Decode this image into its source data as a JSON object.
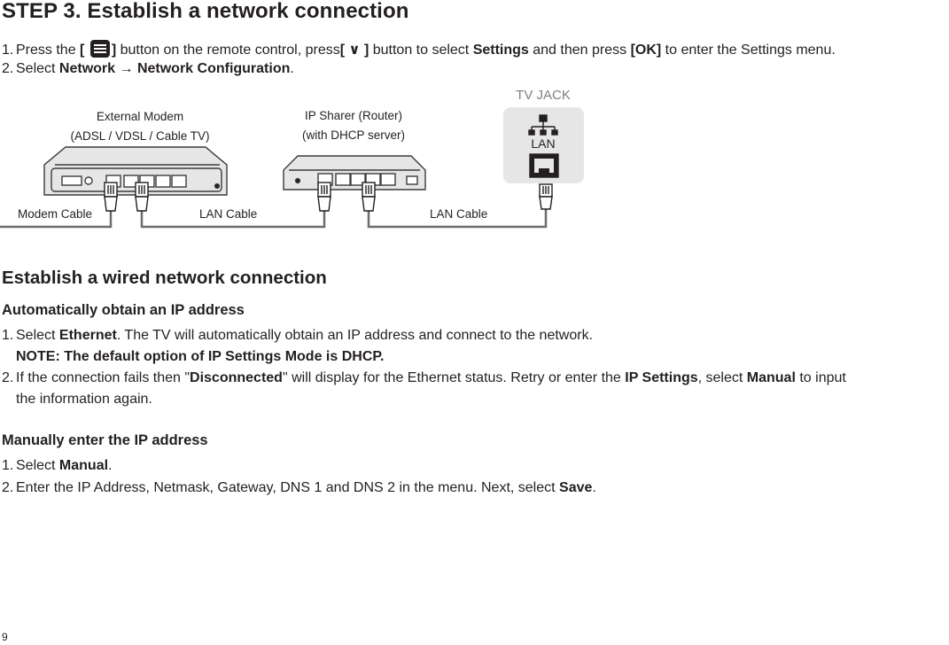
{
  "title": "STEP 3. Establish a network connection",
  "step_list": {
    "item1": {
      "num": "1.",
      "p1": "Press the ",
      "b1": "[",
      "icon": "menu-icon",
      "b2": "]",
      "p2": " button on the remote control, press",
      "b3": "[ ∨ ]",
      "p3": " button to select ",
      "b4": "Settings",
      "p4": " and then press ",
      "b5": "[OK]",
      "p5": " to enter the Settings menu."
    },
    "item2": {
      "num": "2.",
      "p1": "Select ",
      "b1": "Network → Network Configuration",
      "p2": "."
    }
  },
  "diagram": {
    "tv_jack_title": "TV JACK",
    "lan_label": "LAN",
    "modem_line1": "External Modem",
    "modem_line2": "(ADSL / VDSL / Cable TV)",
    "router_line1": "IP Sharer (Router)",
    "router_line2": "(with DHCP server)",
    "cable1": "Modem Cable",
    "cable2": "LAN Cable",
    "cable3": "LAN Cable"
  },
  "section_heading": "Establish a wired network connection",
  "auto": {
    "heading": "Automatically obtain an IP address",
    "item1": {
      "num": "1.",
      "p1": "Select ",
      "b1": "Ethernet",
      "p2": ". The TV will automatically obtain an IP address and connect to the network."
    },
    "note": "NOTE: The default option of IP Settings Mode is DHCP.",
    "item2": {
      "num": "2.",
      "p1": "If the connection fails then \"",
      "b1": "Disconnected",
      "p2": "\" will display for the Ethernet status. Retry or enter the ",
      "b2": "IP Settings",
      "p3": ", select ",
      "b3": "Manual",
      "p4": " to input",
      "cont": "the information again."
    }
  },
  "manual": {
    "heading": "Manually enter the IP address",
    "item1": {
      "num": "1.",
      "p1": "Select ",
      "b1": "Manual",
      "p2": "."
    },
    "item2": {
      "num": "2.",
      "p1": "Enter the IP Address, Netmask, Gateway, DNS 1 and DNS 2 in the menu. Next, select ",
      "b1": "Save",
      "p2": "."
    }
  },
  "page_number": "9",
  "colors": {
    "text": "#231f20",
    "device_fill": "#e6e6e6",
    "device_outline": "#3b3b3b",
    "tvjack_bg": "#e6e6e6",
    "cable": "#6d6d6d",
    "tvjack_title": "#808080"
  }
}
